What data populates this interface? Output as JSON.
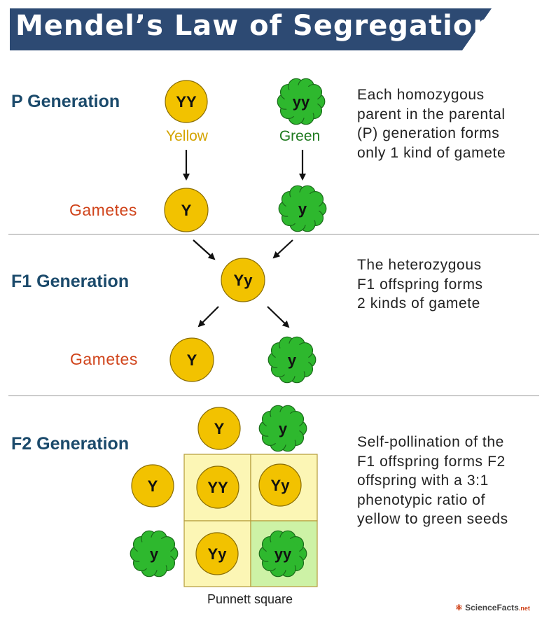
{
  "title": "Mendel’s Law of Segregation",
  "p_generation": {
    "label": "P Generation",
    "yellow_parent": {
      "genotype": "YY",
      "label": "Yellow"
    },
    "green_parent": {
      "genotype": "yy",
      "label": "Green"
    },
    "gametes_label": "Gametes",
    "yellow_gamete": "Y",
    "green_gamete": "y",
    "description": [
      "Each homozygous",
      "parent in the parental",
      "(P) generation forms",
      "only 1 kind of gamete"
    ]
  },
  "f1_generation": {
    "label": "F1 Generation",
    "offspring": "Yy",
    "gametes_label": "Gametes",
    "yellow_gamete": "Y",
    "green_gamete": "y",
    "description": [
      "The heterozygous",
      "F1 offspring forms",
      "2 kinds of gamete"
    ]
  },
  "f2_generation": {
    "label": "F2 Generation",
    "top_gametes": [
      "Y",
      "y"
    ],
    "side_gametes": [
      "Y",
      "y"
    ],
    "cells": [
      "YY",
      "Yy",
      "Yy",
      "yy"
    ],
    "punnett_label": "Punnett square",
    "description": [
      "Self-pollination of the",
      "F1 offspring forms F2",
      "offspring with a 3:1",
      "phenotypic ratio of",
      "yellow to green seeds"
    ]
  },
  "logo": {
    "text": "ScienceFacts",
    "suffix": ".net"
  },
  "colors": {
    "banner": "#2d4a73",
    "yellow_seed": "#f2c200",
    "green_seed": "#2eb82e",
    "punnett_yellow": "#fcf6b5",
    "punnett_green": "#cdf2a6",
    "heading": "#1b4a6b",
    "gamete_label": "#d0441b"
  }
}
